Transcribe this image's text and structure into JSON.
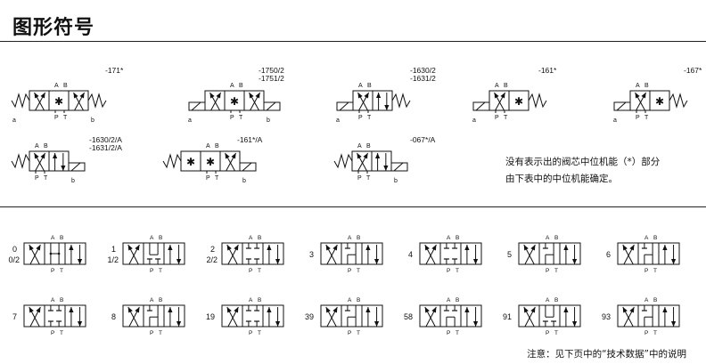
{
  "header": {
    "title": "图形符号"
  },
  "symbols": [
    {
      "code": [
        "-171*"
      ],
      "left_label": "a",
      "right_label": "b"
    },
    {
      "code": [
        "-1750/2",
        "-1751/2"
      ],
      "left_label": "a",
      "right_label": "b"
    },
    {
      "code": [
        "-1630/2",
        "-1631/2"
      ],
      "left_label": "a",
      "right_label": ""
    },
    {
      "code": [
        "-161*"
      ],
      "left_label": "a",
      "right_label": ""
    },
    {
      "code": [
        "-167*"
      ],
      "left_label": "a",
      "right_label": ""
    },
    {
      "code": [
        "-1630/2/A",
        "-1631/2/A"
      ],
      "left_label": "",
      "right_label": "b"
    },
    {
      "code": [
        "-161*/A"
      ],
      "left_label": "",
      "right_label": "b"
    },
    {
      "code": [
        "-067*/A"
      ],
      "left_label": "",
      "right_label": "b"
    }
  ],
  "port_labels": {
    "A": "A",
    "B": "B",
    "P": "P",
    "T": "T"
  },
  "note": {
    "line1": "没有表示出的阀芯中位机能（*）部分",
    "line2": "由下表中的中位机能确定。"
  },
  "spools": [
    {
      "code": "0",
      "code2": "0/2"
    },
    {
      "code": "1",
      "code2": "1/2"
    },
    {
      "code": "2",
      "code2": "2/2"
    },
    {
      "code": "3",
      "code2": ""
    },
    {
      "code": "4",
      "code2": ""
    },
    {
      "code": "5",
      "code2": ""
    },
    {
      "code": "6",
      "code2": ""
    },
    {
      "code": "7",
      "code2": ""
    },
    {
      "code": "8",
      "code2": ""
    },
    {
      "code": "19",
      "code2": ""
    },
    {
      "code": "39",
      "code2": ""
    },
    {
      "code": "58",
      "code2": ""
    },
    {
      "code": "91",
      "code2": ""
    },
    {
      "code": "93",
      "code2": ""
    }
  ],
  "footnote": "注意：见下页中的“技术数据”中的说明"
}
